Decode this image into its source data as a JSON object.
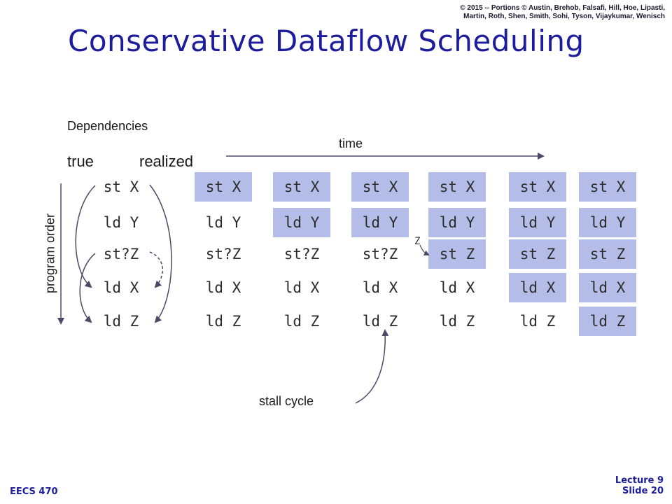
{
  "copyright": {
    "line1": "© 2015 -- Portions © Austin, Brehob, Falsafi, Hill, Hoe, Lipasti,",
    "line2": "Martin, Roth, Shen, Smith, Sohi, Tyson, Vijaykumar, Wenisch"
  },
  "title": "Conservative Dataflow Scheduling",
  "labels": {
    "dependencies": "Dependencies",
    "true": "true",
    "realized": "realized",
    "time": "time",
    "program_order": "program order",
    "stall_cycle": "stall cycle",
    "z_note": "Z"
  },
  "program": [
    "st X",
    "ld Y",
    "st?Z",
    "ld X",
    "ld Z"
  ],
  "cycles": [
    {
      "cells": [
        {
          "text": "st X",
          "highlighted": true
        },
        {
          "text": "ld Y",
          "highlighted": false
        },
        {
          "text": "st?Z",
          "highlighted": false
        },
        {
          "text": "ld X",
          "highlighted": false
        },
        {
          "text": "ld Z",
          "highlighted": false
        }
      ]
    },
    {
      "cells": [
        {
          "text": "st X",
          "highlighted": true
        },
        {
          "text": "ld Y",
          "highlighted": true
        },
        {
          "text": "st?Z",
          "highlighted": false
        },
        {
          "text": "ld X",
          "highlighted": false
        },
        {
          "text": "ld Z",
          "highlighted": false
        }
      ]
    },
    {
      "cells": [
        {
          "text": "st X",
          "highlighted": true
        },
        {
          "text": "ld Y",
          "highlighted": true
        },
        {
          "text": "st?Z",
          "highlighted": false
        },
        {
          "text": "ld X",
          "highlighted": false
        },
        {
          "text": "ld Z",
          "highlighted": false
        }
      ]
    },
    {
      "cells": [
        {
          "text": "st X",
          "highlighted": true
        },
        {
          "text": "ld Y",
          "highlighted": true
        },
        {
          "text": "st Z",
          "highlighted": true
        },
        {
          "text": "ld X",
          "highlighted": false
        },
        {
          "text": "ld Z",
          "highlighted": false
        }
      ]
    },
    {
      "cells": [
        {
          "text": "st X",
          "highlighted": true
        },
        {
          "text": "ld Y",
          "highlighted": true
        },
        {
          "text": "st Z",
          "highlighted": true
        },
        {
          "text": "ld X",
          "highlighted": true
        },
        {
          "text": "ld Z",
          "highlighted": false
        }
      ]
    },
    {
      "cells": [
        {
          "text": "st X",
          "highlighted": true
        },
        {
          "text": "ld Y",
          "highlighted": true
        },
        {
          "text": "st Z",
          "highlighted": true
        },
        {
          "text": "ld X",
          "highlighted": true
        },
        {
          "text": "ld Z",
          "highlighted": true
        }
      ]
    }
  ],
  "footer": {
    "course": "EECS 470",
    "lecture": "Lecture 9",
    "slide": "Slide 20"
  },
  "colors": {
    "title": "#1c1c9c",
    "highlight": "#b3bde8",
    "footer": "#1c1c9c"
  }
}
